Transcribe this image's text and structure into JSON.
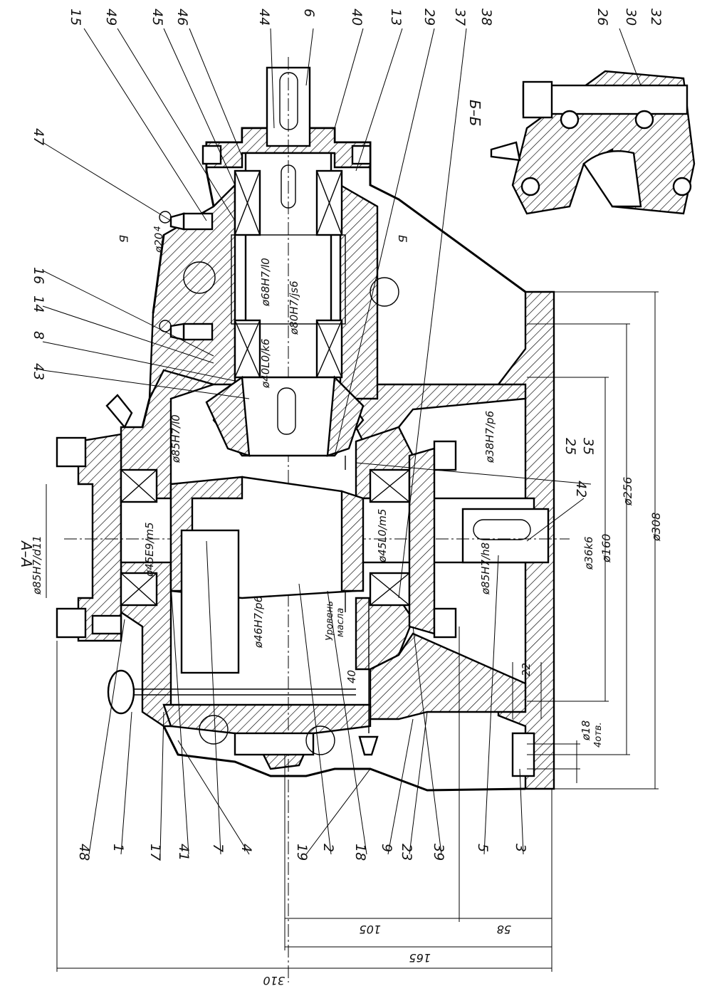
{
  "views": {
    "section_a": "A–A",
    "section_b": "Б–Б",
    "cut_mark": "Б"
  },
  "callouts": {
    "top": [
      {
        "id": "ct-15",
        "text": "15"
      },
      {
        "id": "ct-49",
        "text": "49"
      },
      {
        "id": "ct-45",
        "text": "45"
      },
      {
        "id": "ct-46",
        "text": "46"
      },
      {
        "id": "ct-44",
        "text": "44"
      },
      {
        "id": "ct-6",
        "text": "6"
      },
      {
        "id": "ct-40",
        "text": "40"
      },
      {
        "id": "ct-13",
        "text": "13"
      },
      {
        "id": "ct-29",
        "text": "29"
      },
      {
        "id": "ct-37",
        "text": "37"
      },
      {
        "id": "ct-38",
        "text": "38"
      },
      {
        "id": "ct-26",
        "text": "26"
      },
      {
        "id": "ct-30",
        "text": "30"
      },
      {
        "id": "ct-32",
        "text": "32"
      }
    ],
    "left": [
      {
        "id": "cl-47",
        "text": "47"
      },
      {
        "id": "cl-16",
        "text": "16"
      },
      {
        "id": "cl-14",
        "text": "14"
      },
      {
        "id": "cl-8",
        "text": "8"
      },
      {
        "id": "cl-43",
        "text": "43"
      }
    ],
    "bottom": [
      {
        "id": "cb-48",
        "text": "48"
      },
      {
        "id": "cb-1",
        "text": "1"
      },
      {
        "id": "cb-17",
        "text": "17"
      },
      {
        "id": "cb-41",
        "text": "41"
      },
      {
        "id": "cb-7",
        "text": "7"
      },
      {
        "id": "cb-4",
        "text": "4"
      },
      {
        "id": "cb-19",
        "text": "19"
      },
      {
        "id": "cb-2",
        "text": "2"
      },
      {
        "id": "cb-18",
        "text": "18"
      },
      {
        "id": "cb-9",
        "text": "9"
      },
      {
        "id": "cb-23",
        "text": "23"
      },
      {
        "id": "cb-39",
        "text": "39"
      },
      {
        "id": "cb-5",
        "text": "5"
      },
      {
        "id": "cb-3",
        "text": "3"
      }
    ],
    "right": [
      {
        "id": "cr-25",
        "text": "25"
      },
      {
        "id": "cr-35",
        "text": "35"
      },
      {
        "id": "cr-42",
        "text": "42"
      }
    ]
  },
  "fits": {
    "f68": "ø68H7/l0",
    "f80": "ø80H7/js6",
    "f40": "ø40L0/k6",
    "f38": "ø38H7/p6",
    "f85a": "ø85H7/l0",
    "f85b": "ø85H7/d11",
    "f45a": "ø45E9/m5",
    "f45b": "ø45L0/m5",
    "f46": "ø46H7/p6",
    "f85c": "ø85H7/h8",
    "f36": "ø36k6",
    "f20": "ø20",
    "f20b": "4"
  },
  "dimensions": {
    "d160": "ø160",
    "d256": "ø256",
    "d308": "ø308",
    "d18": "ø18",
    "holes": "4отв.",
    "d22": "22",
    "d40": "40",
    "d105": "105",
    "d58": "58",
    "d165": "165",
    "d310": "310"
  },
  "notes": {
    "oil_level_1": "Уровень",
    "oil_level_2": "масла"
  }
}
